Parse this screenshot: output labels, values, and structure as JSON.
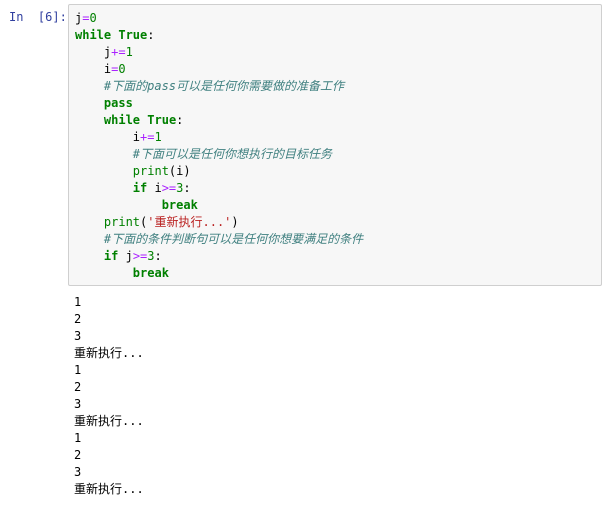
{
  "cell": {
    "prompt": "In  [6]:"
  },
  "code": [
    [
      {
        "t": "j",
        "c": ""
      },
      {
        "t": "=",
        "c": "op"
      },
      {
        "t": "0",
        "c": "num"
      }
    ],
    [
      {
        "t": "while",
        "c": "kw"
      },
      {
        "t": " ",
        "c": ""
      },
      {
        "t": "True",
        "c": "kw"
      },
      {
        "t": ":",
        "c": ""
      }
    ],
    [
      {
        "t": "    j",
        "c": ""
      },
      {
        "t": "+=",
        "c": "op"
      },
      {
        "t": "1",
        "c": "num"
      }
    ],
    [
      {
        "t": "    i",
        "c": ""
      },
      {
        "t": "=",
        "c": "op"
      },
      {
        "t": "0",
        "c": "num"
      }
    ],
    [
      {
        "t": "    ",
        "c": ""
      },
      {
        "t": "#下面的pass可以是任何你需要做的准备工作",
        "c": "cm"
      }
    ],
    [
      {
        "t": "    ",
        "c": ""
      },
      {
        "t": "pass",
        "c": "kw"
      }
    ],
    [
      {
        "t": "    ",
        "c": ""
      },
      {
        "t": "while",
        "c": "kw"
      },
      {
        "t": " ",
        "c": ""
      },
      {
        "t": "True",
        "c": "kw"
      },
      {
        "t": ":",
        "c": ""
      }
    ],
    [
      {
        "t": "        i",
        "c": ""
      },
      {
        "t": "+=",
        "c": "op"
      },
      {
        "t": "1",
        "c": "num"
      }
    ],
    [
      {
        "t": "        ",
        "c": ""
      },
      {
        "t": "#下面可以是任何你想执行的目标任务",
        "c": "cm"
      }
    ],
    [
      {
        "t": "        ",
        "c": ""
      },
      {
        "t": "print",
        "c": "bi"
      },
      {
        "t": "(i)",
        "c": ""
      }
    ],
    [
      {
        "t": "        ",
        "c": ""
      },
      {
        "t": "if",
        "c": "kw"
      },
      {
        "t": " i",
        "c": ""
      },
      {
        "t": ">=",
        "c": "op"
      },
      {
        "t": "3",
        "c": "num"
      },
      {
        "t": ":",
        "c": ""
      }
    ],
    [
      {
        "t": "            ",
        "c": ""
      },
      {
        "t": "break",
        "c": "kw"
      }
    ],
    [
      {
        "t": "    ",
        "c": ""
      },
      {
        "t": "print",
        "c": "bi"
      },
      {
        "t": "(",
        "c": ""
      },
      {
        "t": "'重新执行...'",
        "c": "str"
      },
      {
        "t": ")",
        "c": ""
      }
    ],
    [
      {
        "t": "    ",
        "c": ""
      },
      {
        "t": "#下面的条件判断句可以是任何你想要满足的条件",
        "c": "cm"
      }
    ],
    [
      {
        "t": "    ",
        "c": ""
      },
      {
        "t": "if",
        "c": "kw"
      },
      {
        "t": " j",
        "c": ""
      },
      {
        "t": ">=",
        "c": "op"
      },
      {
        "t": "3",
        "c": "num"
      },
      {
        "t": ":",
        "c": ""
      }
    ],
    [
      {
        "t": "        ",
        "c": ""
      },
      {
        "t": "break",
        "c": "kw"
      }
    ]
  ],
  "output": [
    "1",
    "2",
    "3",
    "重新执行...",
    "1",
    "2",
    "3",
    "重新执行...",
    "1",
    "2",
    "3",
    "重新执行..."
  ]
}
